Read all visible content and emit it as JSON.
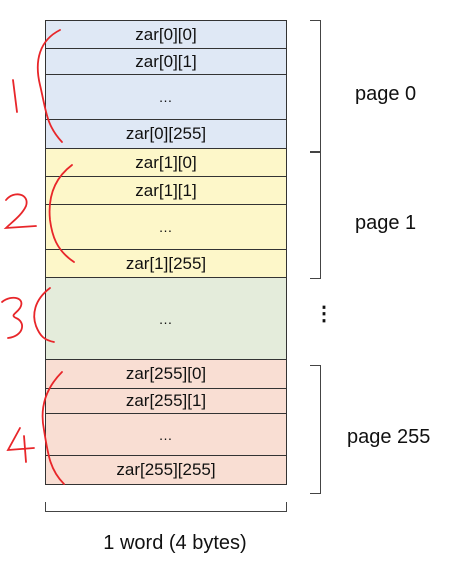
{
  "cells": [
    {
      "label": "zar[0][0]"
    },
    {
      "label": "zar[0][1]"
    },
    {
      "label": "…"
    },
    {
      "label": "zar[0][255]"
    },
    {
      "label": "zar[1][0]"
    },
    {
      "label": "zar[1][1]"
    },
    {
      "label": "…"
    },
    {
      "label": "zar[1][255]"
    },
    {
      "label": "…"
    },
    {
      "label": "zar[255][0]"
    },
    {
      "label": "zar[255][1]"
    },
    {
      "label": "…"
    },
    {
      "label": "zar[255][255]"
    }
  ],
  "pages": {
    "p0": "page 0",
    "p1": "page 1",
    "p255": "page 255"
  },
  "vertical_ellipsis": "⋮",
  "caption": "1 word (4 bytes)",
  "colors": {
    "page0": "#dfe8f5",
    "page1": "#fdf7c9",
    "middle": "#e4ecdb",
    "page255": "#f9ded3",
    "annotation": "#e8262a"
  }
}
